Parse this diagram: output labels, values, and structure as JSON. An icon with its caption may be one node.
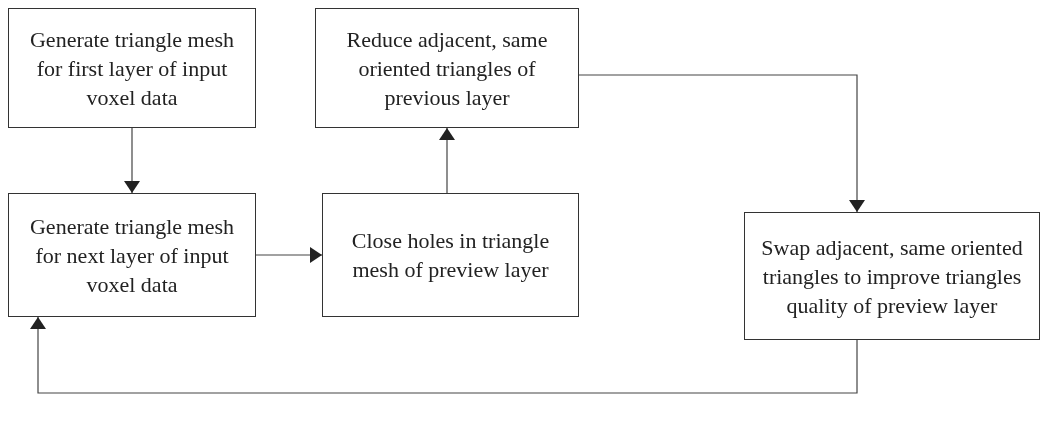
{
  "diagram": {
    "nodes": [
      {
        "text": [
          "Generate triangle mesh for first layer of input voxel data"
        ]
      },
      {
        "text": [
          "Reduce adjacent, same oriented triangles of previous layer"
        ]
      },
      {
        "text": [
          "Generate triangle mesh for next layer of input voxel data"
        ]
      },
      {
        "text": [
          "Close holes in triangle mesh of preview layer"
        ]
      },
      {
        "text": [
          "Swap adjacent, same oriented triangles to improve triangles quality of preview layer"
        ]
      }
    ],
    "edges": [
      {
        "from": 0,
        "to": 2,
        "arrow": "to"
      },
      {
        "from": 2,
        "to": 3,
        "arrow": "to"
      },
      {
        "from": 3,
        "to": 1,
        "arrow": "to"
      },
      {
        "from": 1,
        "to": 4,
        "arrow": "to"
      },
      {
        "from": 4,
        "to": 2,
        "arrow": "to"
      }
    ]
  }
}
